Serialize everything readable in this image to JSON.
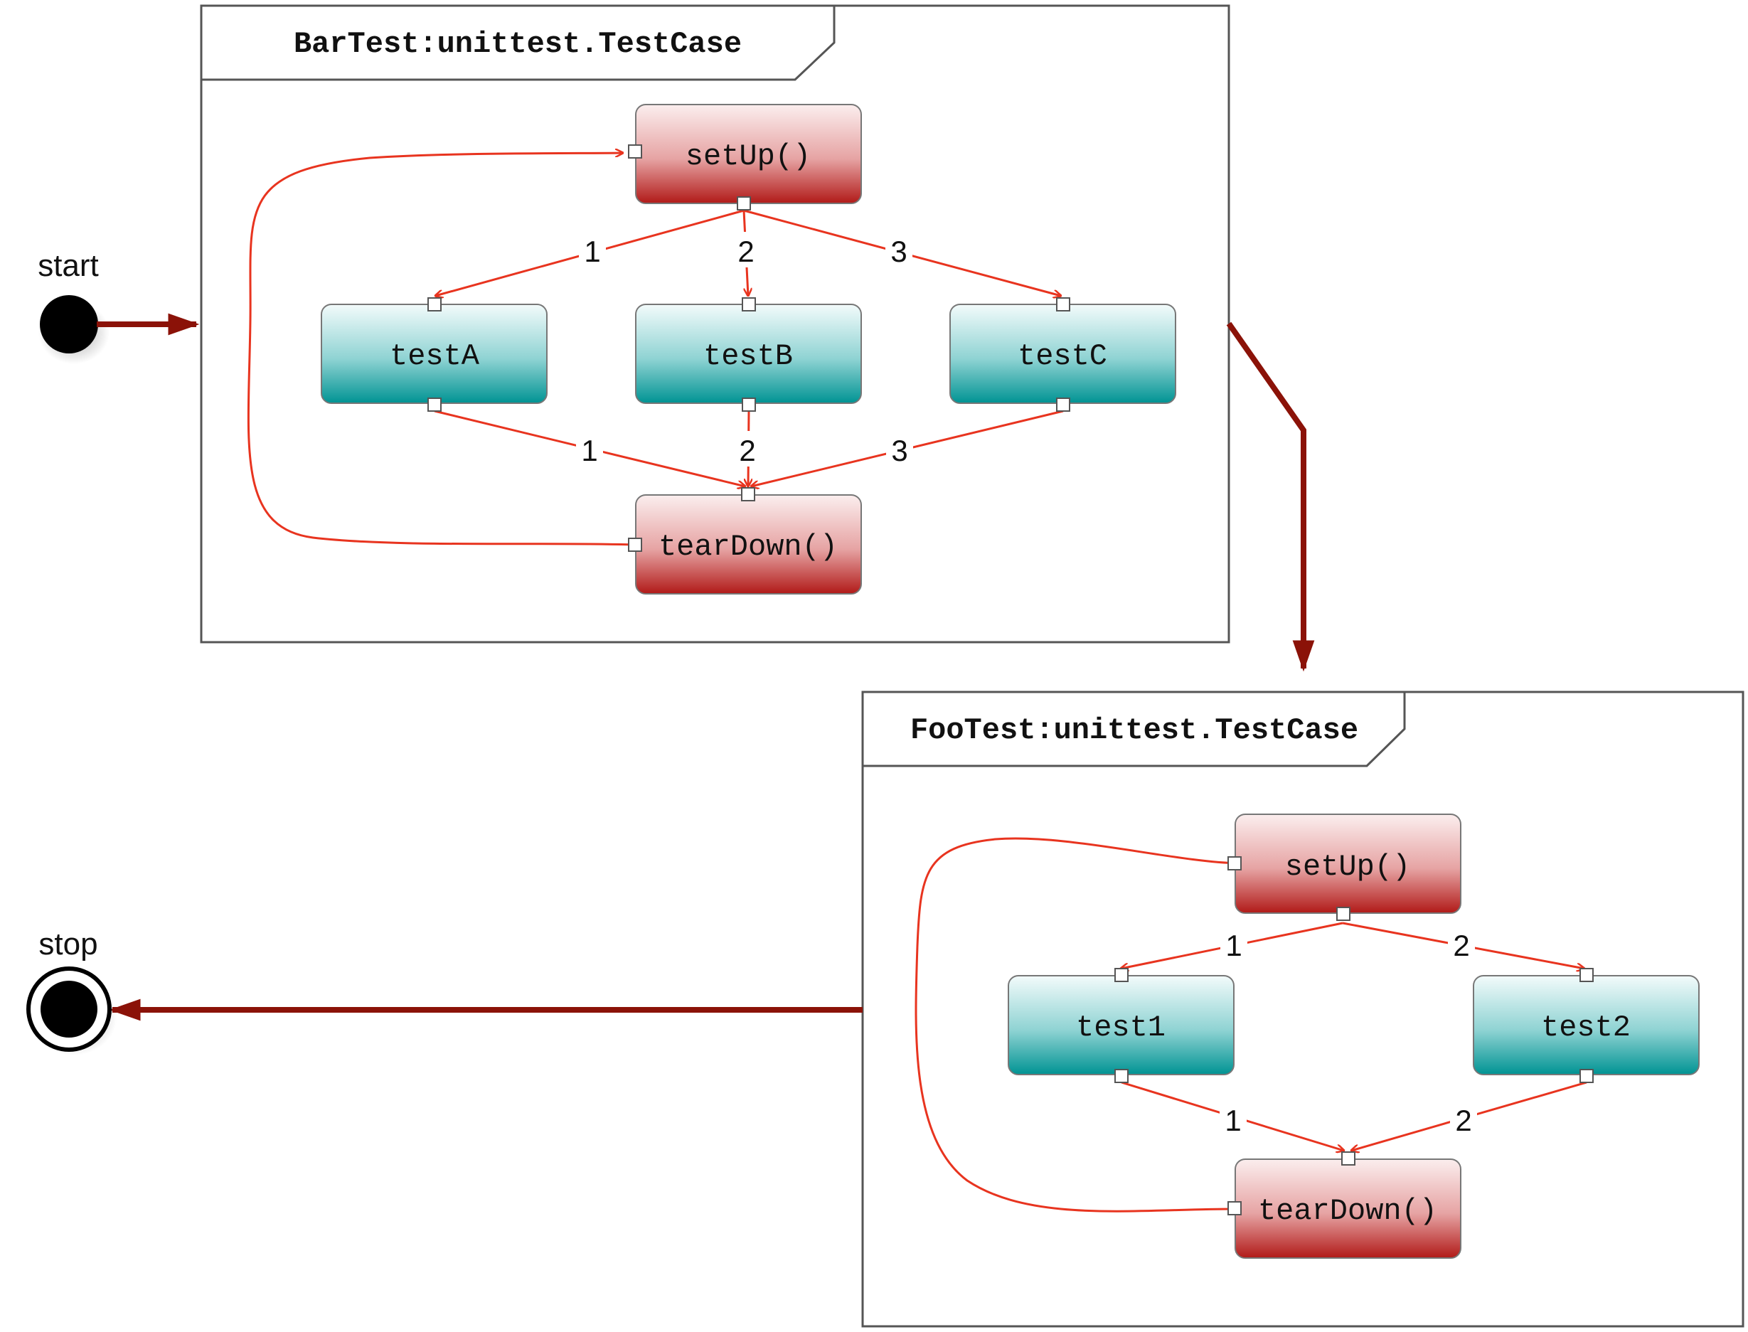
{
  "terminals": {
    "start_label": "start",
    "stop_label": "stop"
  },
  "frames": {
    "bar": {
      "title": "BarTest:unittest.TestCase",
      "nodes": {
        "setup": "setUp()",
        "testA": "testA",
        "testB": "testB",
        "testC": "testC",
        "teardown": "tearDown()"
      },
      "edge_labels": {
        "to_testA": "1",
        "to_testB": "2",
        "to_testC": "3",
        "from_testA": "1",
        "from_testB": "2",
        "from_testC": "3"
      }
    },
    "foo": {
      "title": "FooTest:unittest.TestCase",
      "nodes": {
        "setup": "setUp()",
        "test1": "test1",
        "test2": "test2",
        "teardown": "tearDown()"
      },
      "edge_labels": {
        "to_test1": "1",
        "to_test2": "2",
        "from_test1": "1",
        "from_test2": "2"
      }
    }
  },
  "colors": {
    "setup_teardown_top": "#f8e6e6",
    "setup_teardown_bottom": "#b8201f",
    "test_top": "#eef9f9",
    "test_bottom": "#06999b",
    "edge": "#e8341f",
    "flow_arrow": "#8b1208"
  }
}
